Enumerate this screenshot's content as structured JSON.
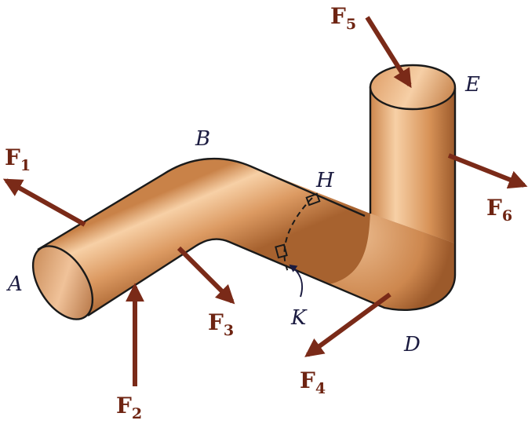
{
  "figure": {
    "points": {
      "A": "A",
      "B": "B",
      "D": "D",
      "E": "E",
      "H": "H",
      "K": "K"
    },
    "forces": [
      {
        "letter": "F",
        "sub": "1"
      },
      {
        "letter": "F",
        "sub": "2"
      },
      {
        "letter": "F",
        "sub": "3"
      },
      {
        "letter": "F",
        "sub": "4"
      },
      {
        "letter": "F",
        "sub": "5"
      },
      {
        "letter": "F",
        "sub": "6"
      }
    ],
    "colors": {
      "pipe_light": "#f4c69a",
      "pipe_mid": "#d99258",
      "pipe_dark": "#9e5a2a",
      "arrow": "#7a2a18",
      "label": "#6e2412",
      "point_label": "#1b1b40"
    }
  }
}
